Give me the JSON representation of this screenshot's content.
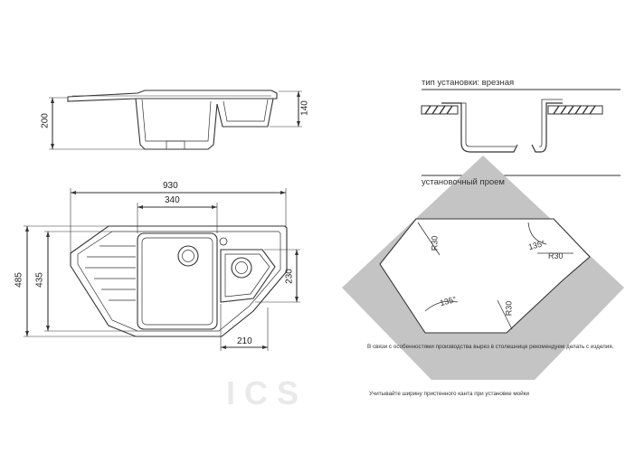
{
  "side_view": {
    "dim_height_total": "200",
    "dim_height_bowl": "140"
  },
  "top_view": {
    "dim_overall_width": "930",
    "dim_main_bowl_width": "340",
    "dim_overall_depth": "485",
    "dim_inner_depth": "435",
    "dim_small_bowl_depth": "230",
    "dim_small_bowl_width": "210"
  },
  "installation": {
    "type_label": "тип установки: врезная",
    "cutout_label": "установочный проем"
  },
  "cutout": {
    "radius_label_1": "R30",
    "radius_label_2": "R30",
    "radius_label_3": "R30",
    "angle_label_1": "135°",
    "angle_label_2": "135°"
  },
  "notes": {
    "note_1": "В связи с особенностями производства вырез в столешнице рекомендуем делать с изделия.",
    "note_2": "Учитывайте ширину пристенного канта при установке мойки"
  },
  "watermark": "ICS"
}
